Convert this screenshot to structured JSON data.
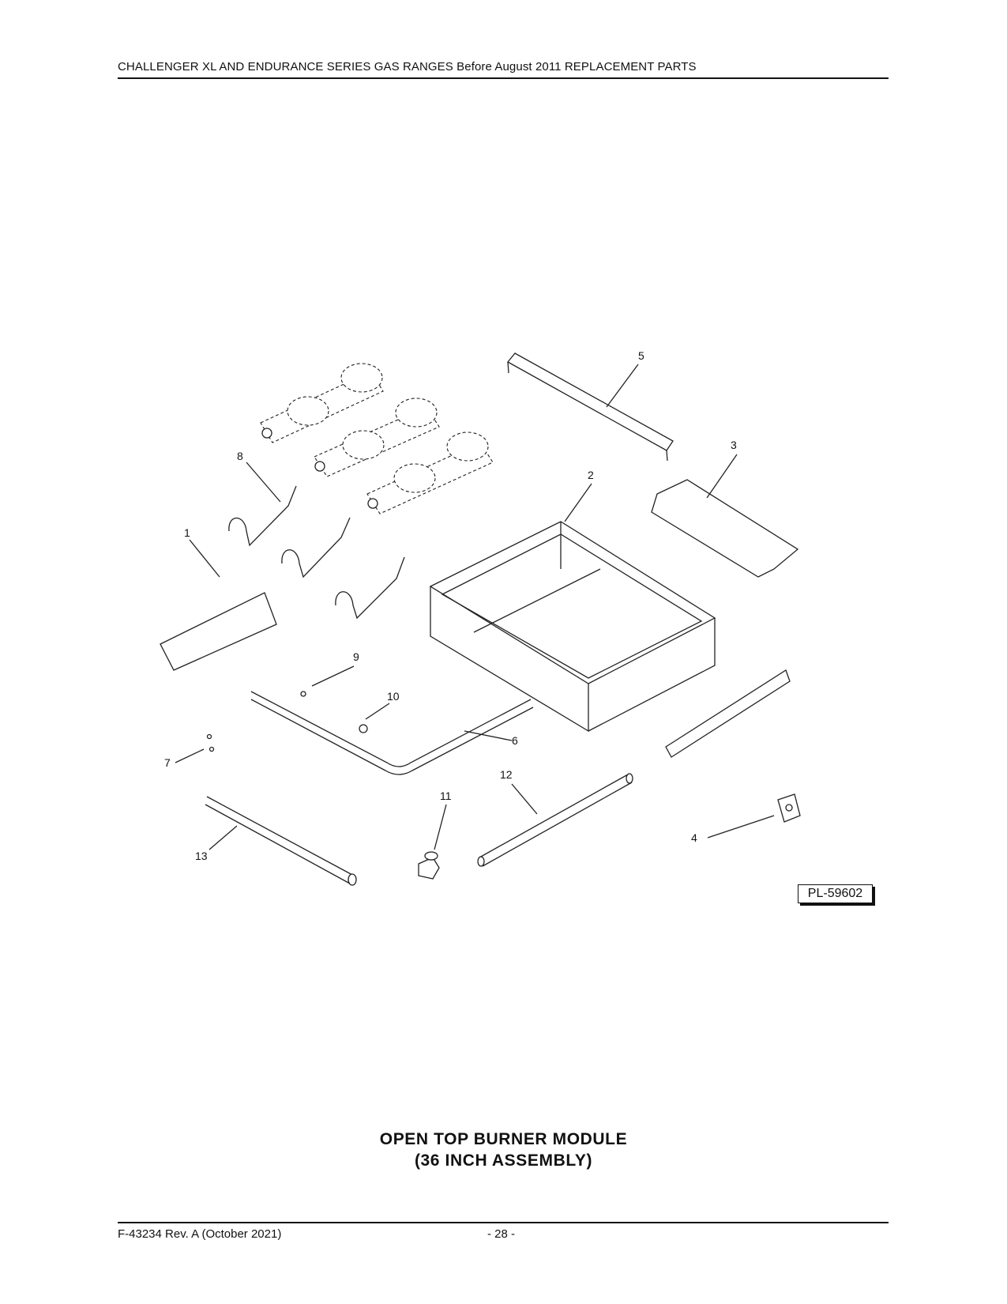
{
  "header": {
    "title": "CHALLENGER XL AND ENDURANCE SERIES GAS RANGES Before August 2011 REPLACEMENT PARTS"
  },
  "figure": {
    "callouts": [
      "1",
      "2",
      "3",
      "4",
      "5",
      "6",
      "7",
      "8",
      "9",
      "10",
      "11",
      "12",
      "13"
    ],
    "drawing_ref": "PL-59602"
  },
  "caption": {
    "line1": "OPEN  TOP  BURNER  MODULE",
    "line2": "(36  INCH ASSEMBLY)"
  },
  "footer": {
    "doc_ref": "F-43234 Rev. A (October 2021)",
    "page": "- 28 -"
  }
}
